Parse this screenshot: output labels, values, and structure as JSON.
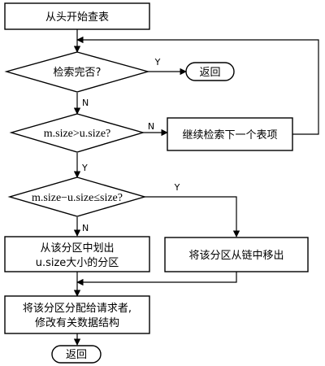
{
  "nodes": {
    "start": "从头开始查表",
    "check_done": "检索完否?",
    "return_top": "返回",
    "size_check": "m.size>u.size?",
    "next_item": "继续检索下一个表项",
    "diff_check": "m.size−u.size≤size?",
    "split_line1": "从该分区中划出",
    "split_line2": "u.size大小的分区",
    "remove": "将该分区从链中移出",
    "alloc_line1": "将该分区分配给请求者,",
    "alloc_line2": "修改有关数据结构",
    "return_bottom": "返回"
  },
  "labels": {
    "yes_check_done": "Y",
    "no_check_done": "N",
    "no_size_check": "N",
    "yes_size_check": "Y",
    "yes_diff_check": "Y",
    "no_diff_check": "N"
  }
}
